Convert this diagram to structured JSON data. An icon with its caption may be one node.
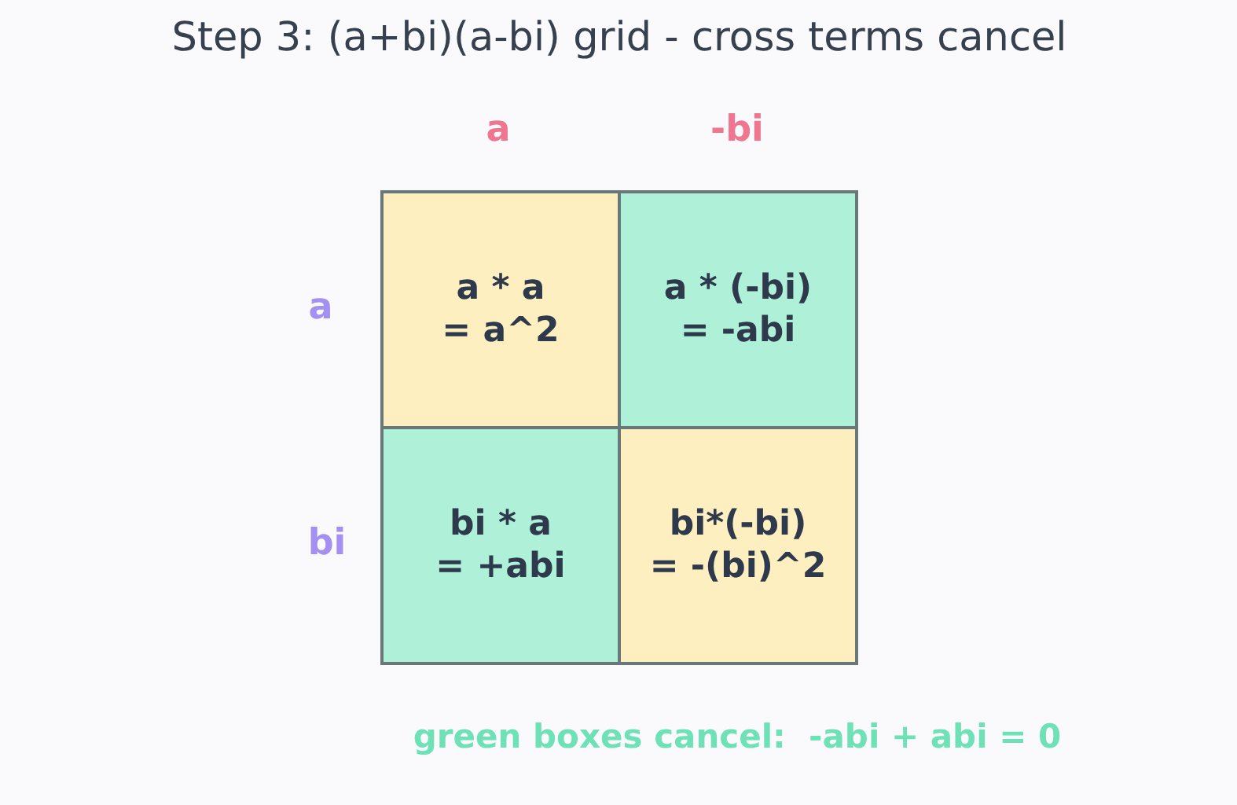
{
  "diagram": {
    "title": "Step 3: (a+bi)(a-bi) grid - cross terms cancel",
    "nodes": [
      {
        "text": [
          "a * a",
          "= a^2"
        ]
      },
      {
        "text": [
          "a * (-bi)",
          "= -abi"
        ]
      },
      {
        "text": [
          "bi * a",
          "= +abi"
        ]
      },
      {
        "text": [
          "bi*(-bi)",
          "= -(bi)^2"
        ]
      }
    ],
    "labels": [
      "a",
      "-bi",
      "a",
      "bi",
      "green boxes cancel:  -abi + abi = 0"
    ]
  }
}
